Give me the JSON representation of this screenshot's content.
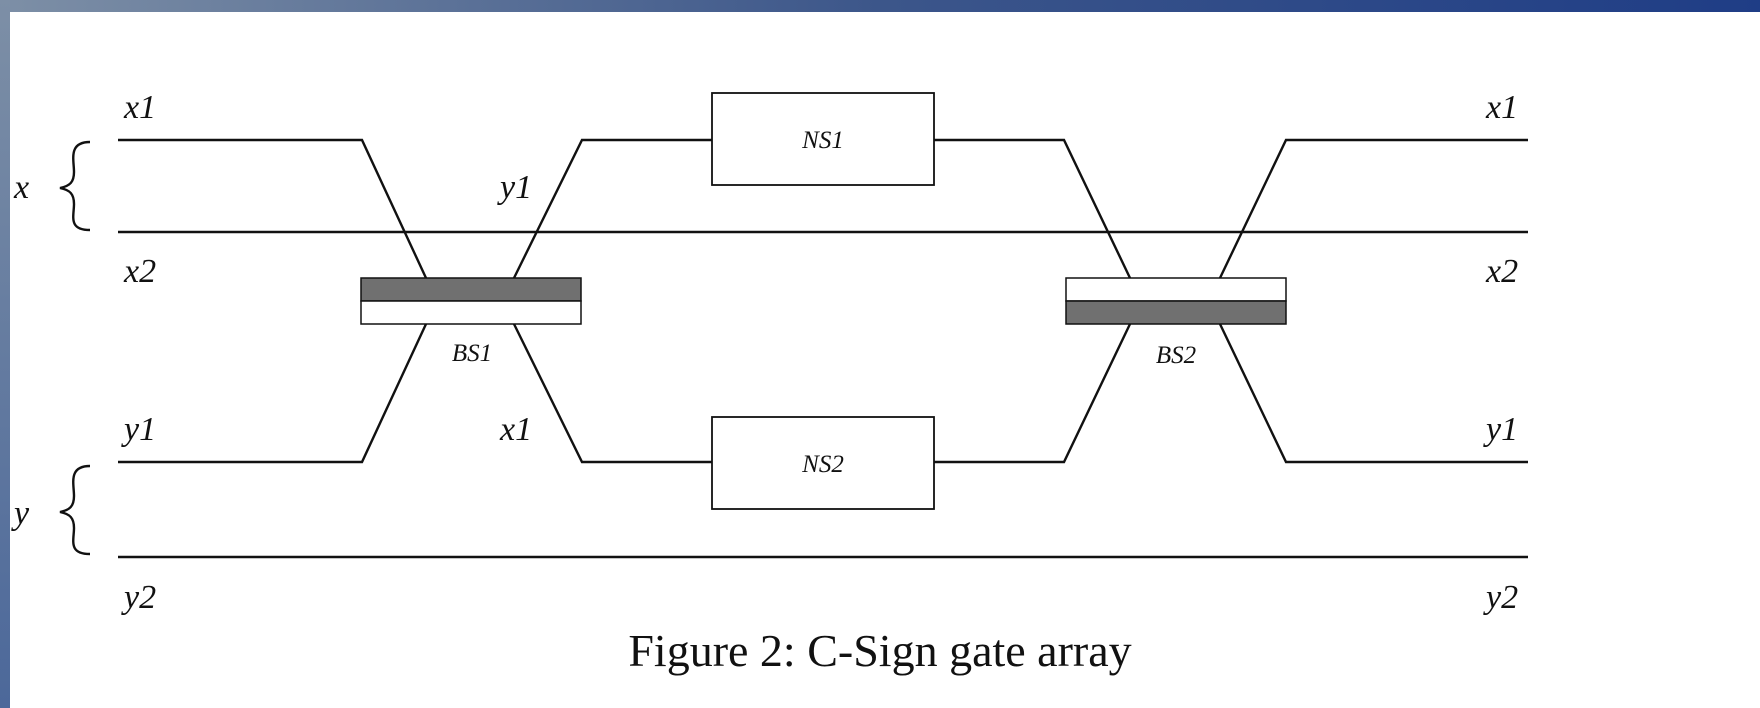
{
  "caption": "Figure 2: C-Sign gate array",
  "groups": {
    "x": "x",
    "y": "y"
  },
  "labels": {
    "x1": "x1",
    "x2": "x2",
    "y1": "y1",
    "y2": "y2"
  },
  "components": {
    "ns1": "NS1",
    "ns2": "NS2",
    "bs1": "BS1",
    "bs2": "BS2"
  },
  "colors": {
    "splitter_dark": "#707070",
    "frame": "#1f3d86"
  }
}
